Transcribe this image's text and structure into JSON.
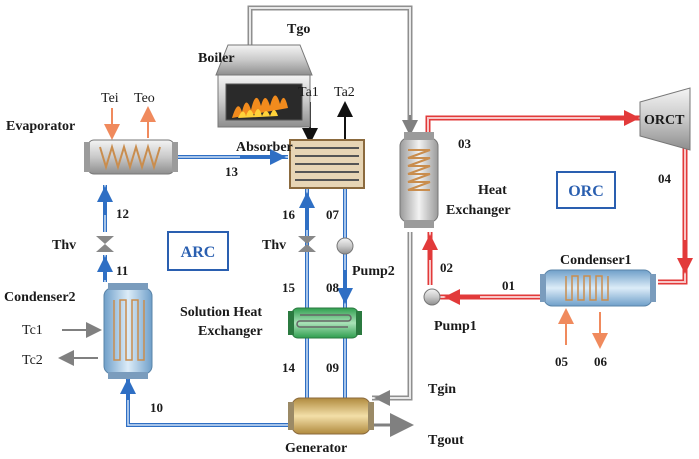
{
  "labels": {
    "boiler": "Boiler",
    "tgo": "Tgo",
    "evaporator": "Evaporator",
    "tei": "Tei",
    "teo": "Teo",
    "ta1": "Ta1",
    "ta2": "Ta2",
    "absorber": "Absorber",
    "heat_exchanger_1": "Heat",
    "heat_exchanger_2": "Exchanger",
    "orct": "ORCT",
    "orc": "ORC",
    "arc": "ARC",
    "thv_left": "Thv",
    "thv_mid": "Thv",
    "pump2": "Pump2",
    "pump1": "Pump1",
    "condenser1": "Condenser1",
    "condenser2": "Condenser2",
    "tc1": "Tc1",
    "tc2": "Tc2",
    "solution_hx_1": "Solution Heat",
    "solution_hx_2": "Exchanger",
    "generator": "Generator",
    "tgin": "Tgin",
    "tgout": "Tgout"
  },
  "state_points": {
    "p01": "01",
    "p02": "02",
    "p03": "03",
    "p04": "04",
    "p05": "05",
    "p06": "06",
    "p07": "07",
    "p08": "08",
    "p09": "09",
    "p10": "10",
    "p11": "11",
    "p12": "12",
    "p13": "13",
    "p14": "14",
    "p15": "15",
    "p16": "16"
  },
  "colors": {
    "orc_pipe": "#e23a3a",
    "arc_pipe": "#2f6fc4",
    "gas_pipe": "#9a9a9a",
    "label_box": "#2a5fb0",
    "hot_stream": "#f08a5d"
  }
}
